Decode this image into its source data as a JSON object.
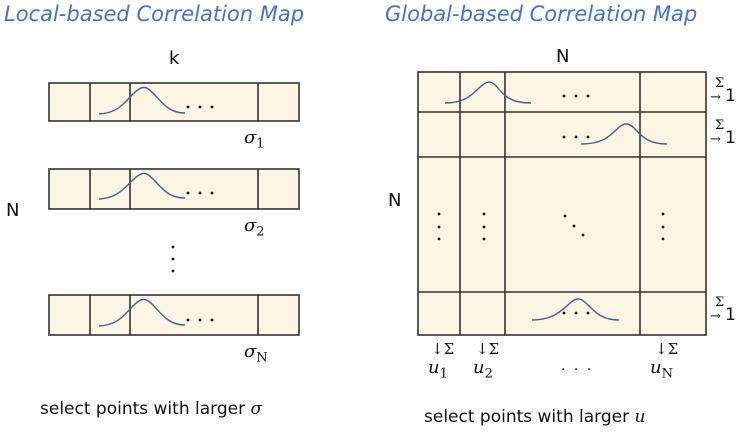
{
  "local_map": {
    "title": "Local-based Correlation Map",
    "column_label": "k",
    "row_count_label": "N",
    "rows": [
      {
        "sigma_label": "σ",
        "sigma_sub": "1"
      },
      {
        "sigma_label": "σ",
        "sigma_sub": "2"
      },
      {
        "sigma_label": "σ",
        "sigma_sub": "N"
      }
    ],
    "ellipsis": "· · ·",
    "vertical_ellipsis": "⋮",
    "caption": "select points with larger",
    "caption_symbol": "σ"
  },
  "global_map": {
    "title": "Global-based Correlation Map",
    "column_label": "N",
    "row_label": "N",
    "row_sums": [
      {
        "sum": "Σ",
        "arrow": "→",
        "value": "1"
      },
      {
        "sum": "Σ",
        "arrow": "→",
        "value": "1"
      },
      {
        "sum": "Σ",
        "arrow": "→",
        "value": "1"
      }
    ],
    "column_sums": [
      {
        "arrow": "↓Σ",
        "label": "u",
        "sub": "1"
      },
      {
        "arrow": "↓Σ",
        "label": "u",
        "sub": "2"
      },
      {
        "arrow": "↓Σ",
        "label": "u",
        "sub": "N"
      }
    ],
    "column_ellipsis": "· · ·",
    "caption": "select points with larger",
    "caption_symbol": "u"
  },
  "colors": {
    "title": "#4472c4",
    "cell_fill": "#fdf5e4",
    "grid_line": "#333333",
    "curve": "#3e5f97"
  }
}
